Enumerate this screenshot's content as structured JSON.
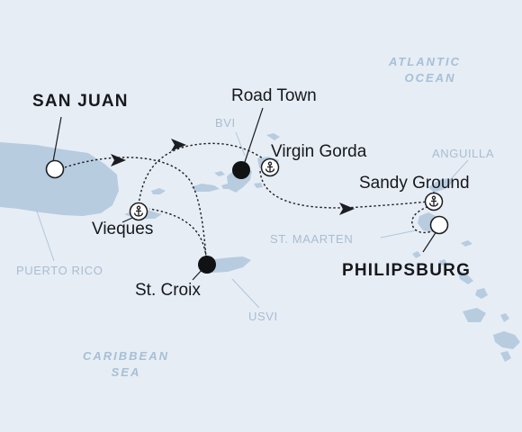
{
  "ocean_labels": {
    "atlantic_line1": "ATLANTIC",
    "atlantic_line2": "OCEAN",
    "caribbean_line1": "CARIBBEAN",
    "caribbean_line2": "SEA"
  },
  "region_labels": {
    "puerto_rico": "PUERTO RICO",
    "usvi": "USVI",
    "bvi": "BVI",
    "anguilla": "ANGUILLA",
    "st_maarten": "ST. MAARTEN"
  },
  "ports": {
    "san_juan": "SAN JUAN",
    "road_town": "Road Town",
    "virgin_gorda": "Virgin Gorda",
    "sandy_ground": "Sandy Ground",
    "vieques": "Vieques",
    "st_croix": "St. Croix",
    "philipsburg": "PHILIPSBURG"
  },
  "colors": {
    "ocean": "#e6edf5",
    "land": "#b8cce0",
    "route": "#1b1d22",
    "muted_label": "#a9bdd1"
  },
  "marker_icons": [
    "open-circle-marker",
    "filled-circle-marker",
    "anchor-icon",
    "route-arrow-icon"
  ]
}
